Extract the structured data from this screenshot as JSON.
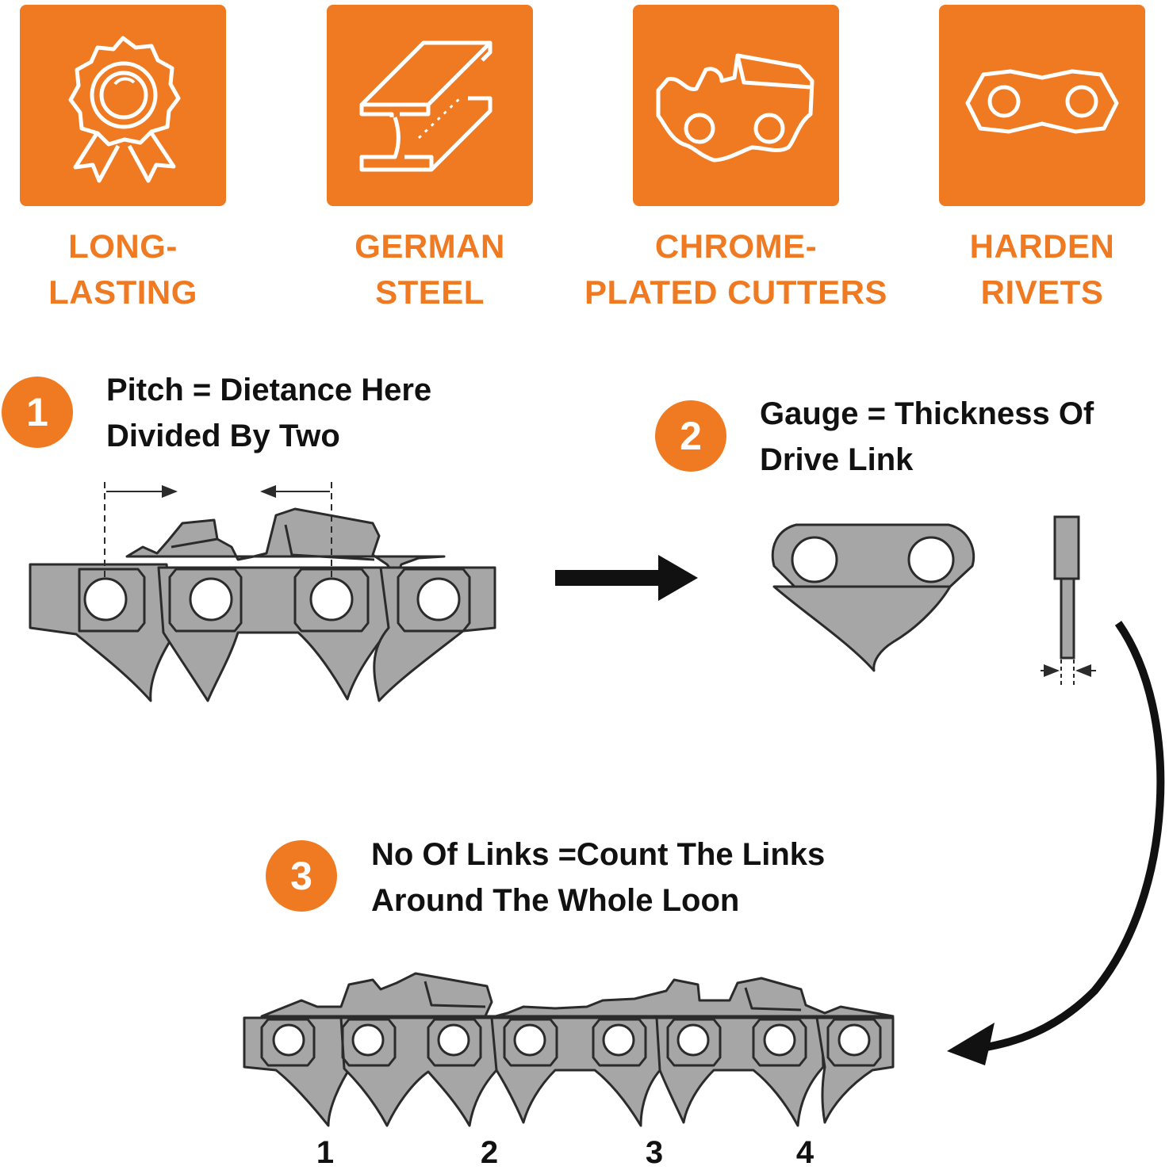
{
  "colors": {
    "accent": "#ef7a22",
    "chain": "#a6a6a6",
    "outline": "#2b2b2b"
  },
  "features": [
    {
      "icon": "award-ribbon-icon",
      "line1": "LONG-",
      "line2": "LASTING"
    },
    {
      "icon": "steel-beam-icon",
      "line1": "GERMAN",
      "line2": "STEEL"
    },
    {
      "icon": "cutter-link-icon",
      "line1": "CHROME-",
      "line2": "PLATED CUTTERS"
    },
    {
      "icon": "rivet-link-icon",
      "line1": "HARDEN",
      "line2": "RIVETS"
    }
  ],
  "steps": [
    {
      "number": "1",
      "line1": "Pitch = Dietance Here",
      "line2": "Divided By Two"
    },
    {
      "number": "2",
      "line1": "Gauge = Thickness Of",
      "line2": "Drive Link"
    },
    {
      "number": "3",
      "line1": "No Of Links =Count The Links",
      "line2": "Around The Whole Loon"
    }
  ],
  "link_counts": [
    "1",
    "2",
    "3",
    "4"
  ]
}
